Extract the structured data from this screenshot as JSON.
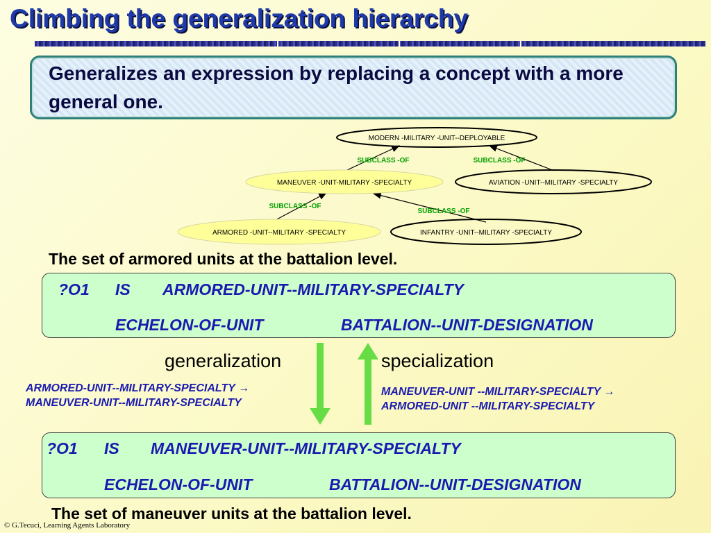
{
  "title": "Climbing the generalization hierarchy",
  "definition": "Generalizes an expression by replacing a concept with a more general one.",
  "hierarchy": {
    "nodes": {
      "root": "MODERN -MILITARY -UNIT--DEPLOYABLE",
      "maneuver": "MANEUVER -UNIT-MILITARY -SPECIALTY",
      "aviation": "AVIATION -UNIT--MILITARY -SPECIALTY",
      "armored": "ARMORED -UNIT--MILITARY -SPECIALTY",
      "infantry": "INFANTRY -UNIT--MILITARY -SPECIALTY"
    },
    "edge_labels": {
      "maneuver_root": "SUBCLASS -OF",
      "aviation_root": "SUBCLASS -OF",
      "armored_maneuver": "SUBCLASS -OF",
      "infantry_maneuver": "SUBCLASS -OF"
    }
  },
  "top_caption": "The set of armored units at the battalion level.",
  "top_expression": {
    "var": "?O1",
    "is": "IS",
    "concept": "ARMORED-UNIT--MILITARY-SPECIALTY",
    "feature": "ECHELON-OF-UNIT",
    "value": "BATTALION--UNIT-DESIGNATION"
  },
  "generalization_label": "generalization",
  "specialization_label": "specialization",
  "generalization_rule": {
    "line1": "ARMORED-UNIT--MILITARY-SPECIALTY →",
    "line2": "MANEUVER-UNIT--MILITARY-SPECIALTY"
  },
  "specialization_rule": {
    "line1": "MANEUVER-UNIT --MILITARY-SPECIALTY →",
    "line2": "ARMORED-UNIT --MILITARY-SPECIALTY"
  },
  "bottom_expression": {
    "var": "?O1",
    "is": "IS",
    "concept": "MANEUVER-UNIT--MILITARY-SPECIALTY",
    "feature": "ECHELON-OF-UNIT",
    "value": "BATTALION--UNIT-DESIGNATION"
  },
  "bottom_caption": "The set of maneuver units at the battalion level.",
  "footer": "© G.Tecuci, Learning Agents Laboratory",
  "colors": {
    "title": "#1f3aa8",
    "expression_text": "#1a1ab0",
    "expression_box": "#ccffcc",
    "arrow_green": "#66dd44",
    "subclass_label": "#00a000",
    "highlight_node": "#ffff99"
  }
}
